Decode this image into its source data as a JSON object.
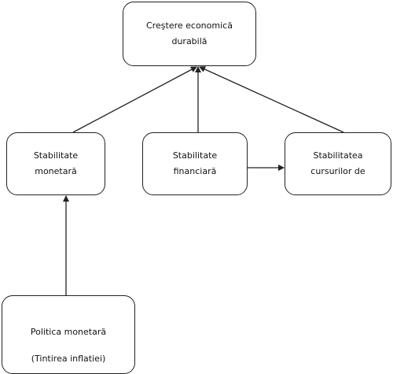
{
  "diagram": {
    "nodes": {
      "growth": {
        "lines": [
          "Creştere economică",
          "durabilă"
        ]
      },
      "monetary": {
        "lines": [
          "Stabilitate",
          "monetară"
        ]
      },
      "financial": {
        "lines": [
          "Stabilitate",
          "financiară"
        ]
      },
      "exchange": {
        "lines": [
          "Stabilitatea",
          "cursurilor de"
        ]
      },
      "policy": {
        "lines": [
          "Politica monetară",
          "(Tintirea inflatiei)"
        ]
      }
    },
    "edges": [
      {
        "from": "monetary",
        "to": "growth",
        "arrow": true
      },
      {
        "from": "financial",
        "to": "growth",
        "arrow": true
      },
      {
        "from": "exchange",
        "to": "growth",
        "arrow": true
      },
      {
        "from": "financial",
        "to": "exchange",
        "arrow": true
      },
      {
        "from": "policy",
        "to": "monetary",
        "arrow": true
      }
    ],
    "colors": {
      "stroke": "#222222",
      "text": "#111111",
      "background": "#ffffff"
    }
  }
}
